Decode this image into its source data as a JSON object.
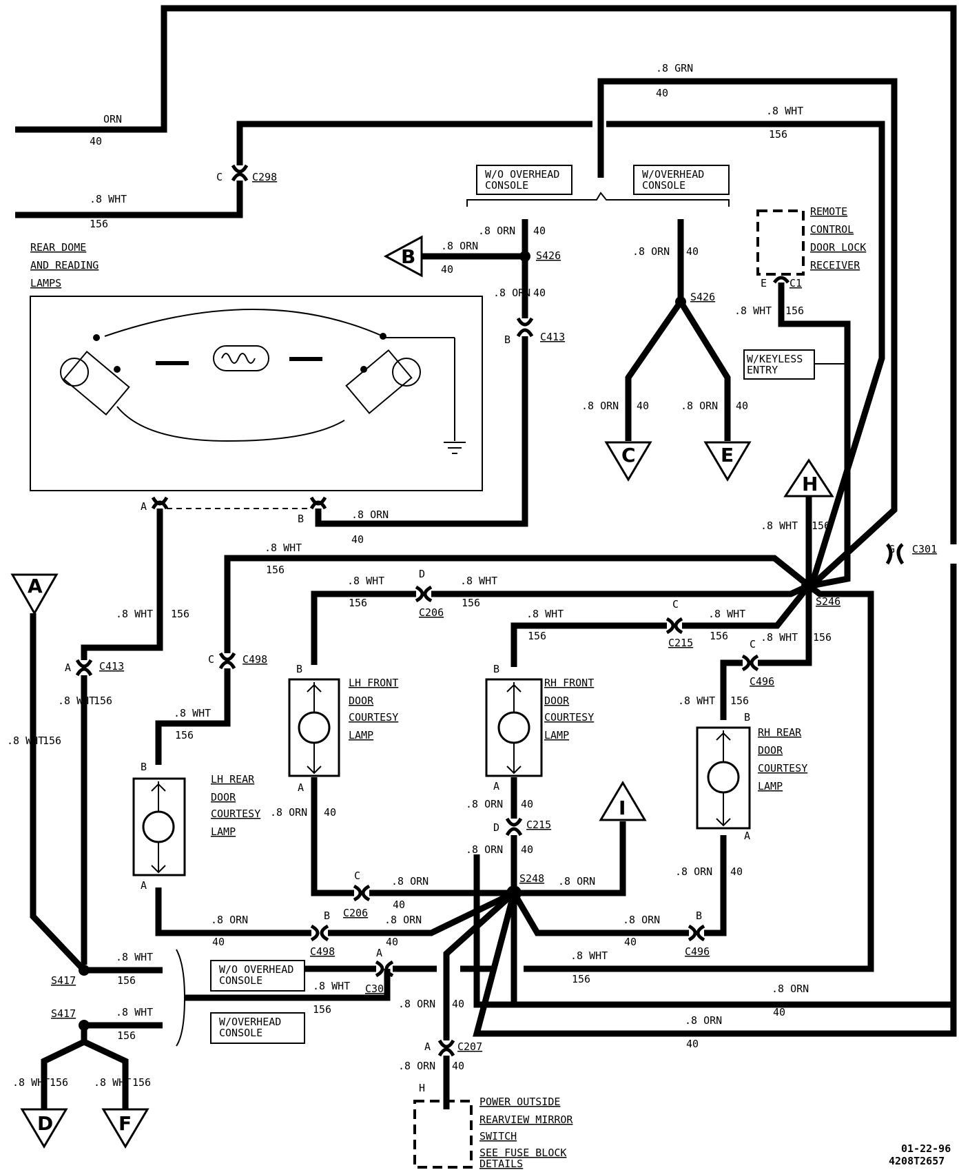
{
  "wires": {
    "orn": ".8 ORN",
    "orn_only": "ORN",
    "wht": ".8 WHT",
    "grn": ".8 GRN",
    "c40": "40",
    "c156": "156"
  },
  "connectors": {
    "c298": "C298",
    "c413": "C413",
    "c206": "C206",
    "c215": "C215",
    "c496": "C496",
    "c498": "C498",
    "c301": "C301",
    "c207": "C207",
    "c1": "C1"
  },
  "splices": {
    "s426": "S426",
    "s248": "S248",
    "s246": "S246",
    "s417": "S417"
  },
  "pins": {
    "a": "A",
    "b": "B",
    "c": "C",
    "d": "D",
    "e": "E",
    "g": "G",
    "h": "H"
  },
  "refs": {
    "a": "A",
    "b": "B",
    "c": "C",
    "d": "D",
    "e": "E",
    "f": "F",
    "h": "H",
    "i": "I"
  },
  "notes": {
    "wo_overhead": [
      "W/O OVERHEAD",
      "CONSOLE"
    ],
    "w_overhead": [
      "W/OVERHEAD",
      "CONSOLE"
    ],
    "w_keyless": [
      "W/KEYLESS",
      "ENTRY"
    ]
  },
  "components": {
    "rear_dome": [
      "REAR DOME",
      "AND READING",
      "LAMPS"
    ],
    "remote": [
      "REMOTE",
      "CONTROL",
      "DOOR LOCK",
      "RECEIVER"
    ],
    "lh_front": [
      "LH FRONT",
      "DOOR",
      "COURTESY",
      "LAMP"
    ],
    "rh_front": [
      "RH FRONT",
      "DOOR",
      "COURTESY",
      "LAMP"
    ],
    "lh_rear": [
      "LH REAR",
      "DOOR",
      "COURTESY",
      "LAMP"
    ],
    "rh_rear": [
      "RH REAR",
      "DOOR",
      "COURTESY",
      "LAMP"
    ],
    "mirror": [
      "POWER OUTSIDE",
      "REARVIEW MIRROR",
      "SWITCH",
      "SEE FUSE BLOCK",
      "DETAILS"
    ]
  },
  "footer": {
    "date": "01-22-96",
    "code": "4208T2657"
  }
}
